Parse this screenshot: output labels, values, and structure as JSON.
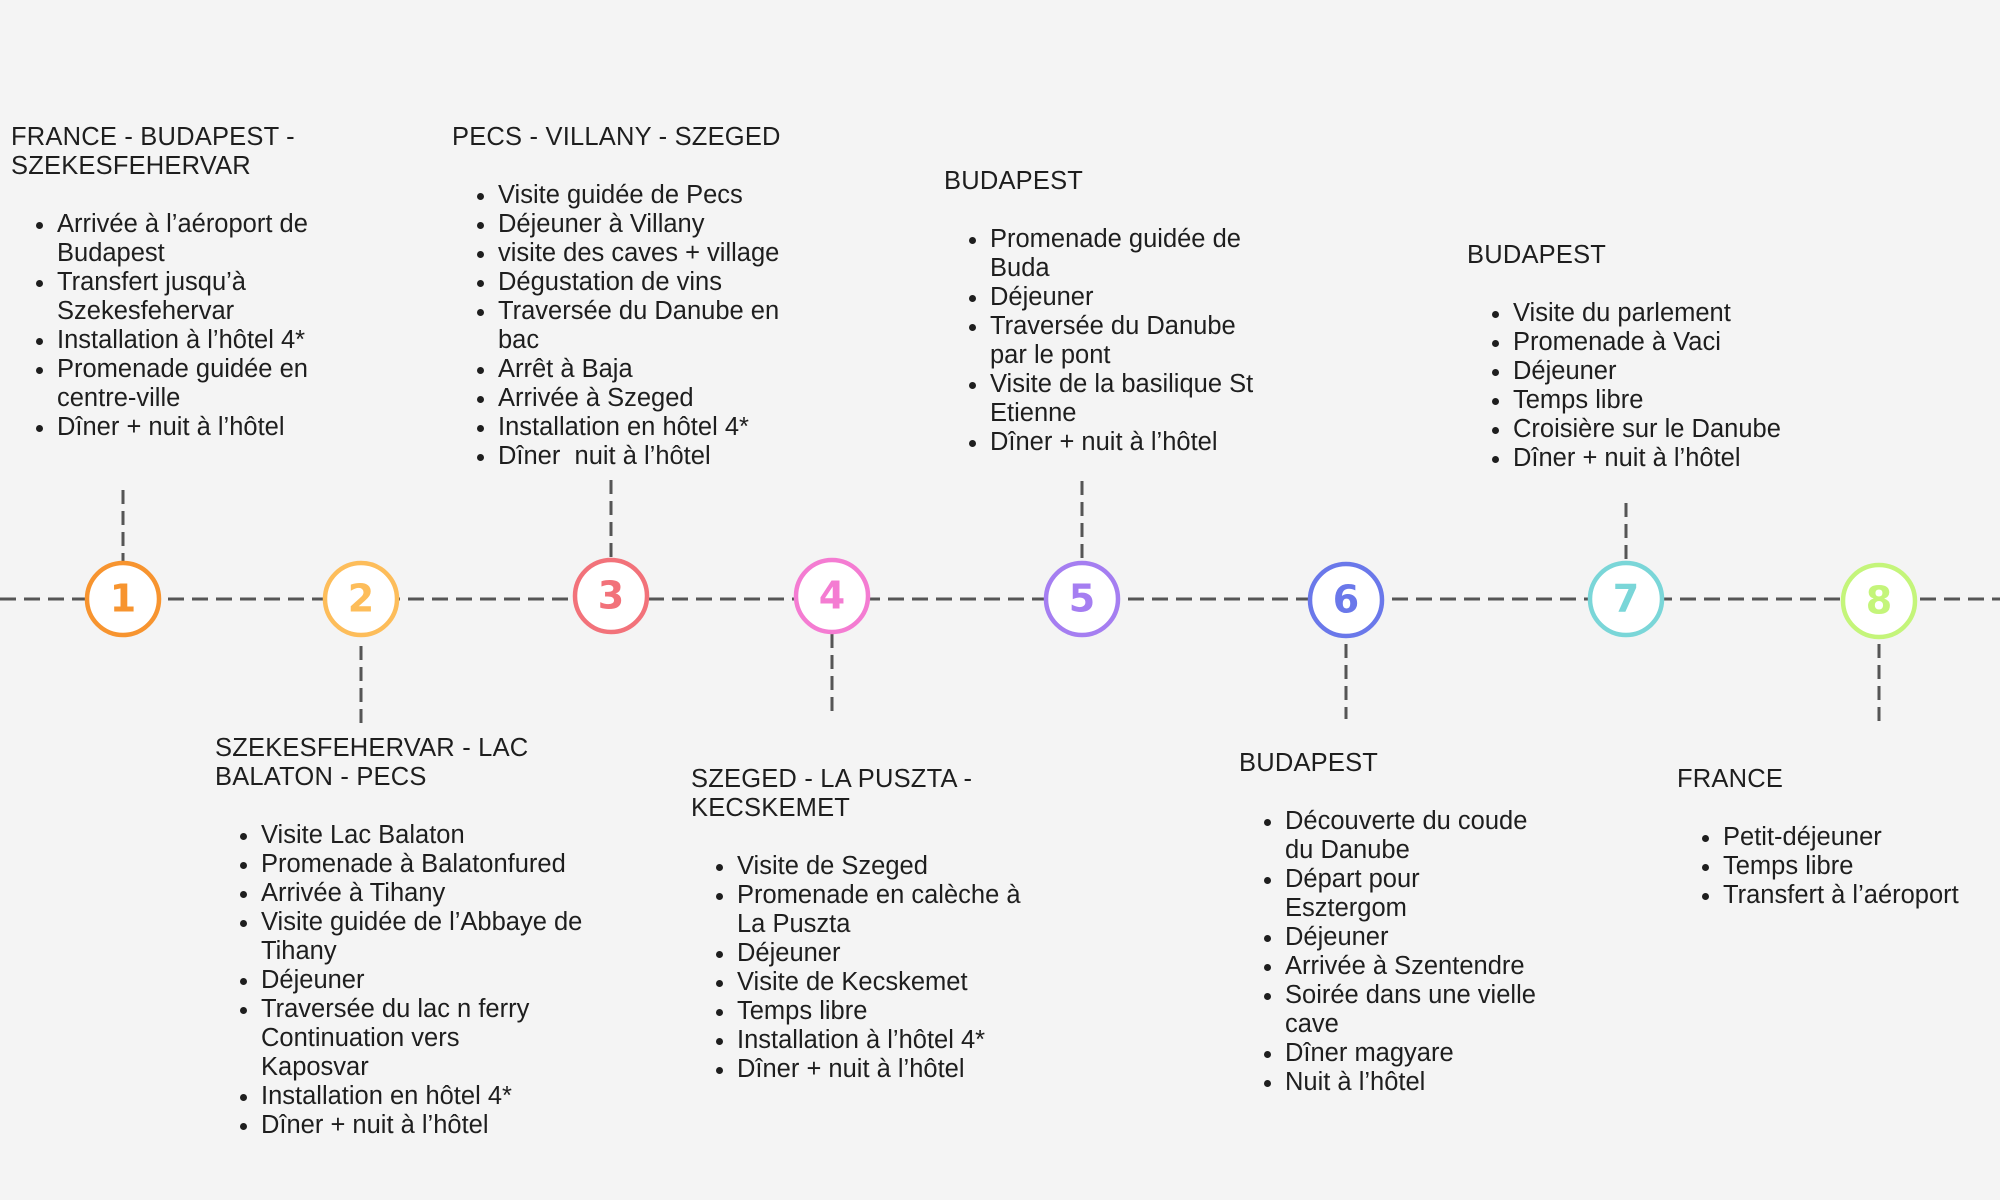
{
  "colors": {
    "line": "#555555",
    "background": "#f4f4f4",
    "steps": [
      "#f7942f",
      "#fdbd5a",
      "#f2727a",
      "#f47cd2",
      "#a57ef1",
      "#6a78ea",
      "#7ad6d8",
      "#c4f57a"
    ]
  },
  "steps": [
    {
      "number": "1",
      "title": "FRANCE - BUDAPEST - SZEKESFEHERVAR",
      "items": [
        "Arrivée à l’aéroport de Budapest",
        "Transfert jusqu’à Szekesfehervar",
        "Installation à l’hôtel 4*",
        "Promenade guidée en centre-ville",
        "Dîner + nuit à l’hôtel"
      ]
    },
    {
      "number": "2",
      "title": "SZEKESFEHERVAR - LAC BALATON - PECS",
      "items": [
        "Visite Lac Balaton",
        "Promenade à Balatonfured",
        "Arrivée à Tihany",
        "Visite guidée de l’Abbaye de Tihany",
        "Déjeuner",
        "Traversée du lac n ferry Continuation vers Kaposvar",
        "Installation en hôtel 4*",
        "Dîner + nuit à l’hôtel"
      ]
    },
    {
      "number": "3",
      "title": "PECS - VILLANY - SZEGED",
      "items": [
        "Visite guidée de Pecs",
        "Déjeuner à Villany",
        "visite des caves + village",
        "Dégustation de vins",
        "Traversée du Danube en bac",
        "Arrêt à Baja",
        "Arrivée à Szeged",
        "Installation en hôtel 4*",
        "Dîner  nuit à l’hôtel"
      ]
    },
    {
      "number": "4",
      "title": "SZEGED - LA PUSZTA - KECSKEMET",
      "items": [
        "Visite de Szeged",
        "Promenade en calèche à La Puszta",
        "Déjeuner",
        "Visite de Kecskemet",
        "Temps libre",
        "Installation à l’hôtel 4*",
        "Dîner + nuit à l’hôtel"
      ]
    },
    {
      "number": "5",
      "title": "BUDAPEST",
      "items": [
        "Promenade guidée de Buda",
        "Déjeuner",
        "Traversée du Danube par le pont",
        "Visite de la basilique St Etienne",
        "Dîner + nuit à l’hôtel"
      ]
    },
    {
      "number": "6",
      "title": "BUDAPEST",
      "items": [
        "Découverte du coude du Danube",
        "Départ pour Esztergom",
        "Déjeuner",
        "Arrivée à Szentendre",
        "Soirée dans une vielle cave",
        "Dîner magyare",
        "Nuit à l’hôtel"
      ]
    },
    {
      "number": "7",
      "title": "BUDAPEST",
      "items": [
        "Visite du parlement",
        "Promenade à Vaci",
        "Déjeuner",
        "Temps libre",
        "Croisière sur le Danube",
        "Dîner + nuit à l’hôtel"
      ]
    },
    {
      "number": "8",
      "title": "FRANCE",
      "items": [
        "Petit-déjeuner",
        "Temps libre",
        "Transfert à l’aéroport"
      ]
    }
  ]
}
